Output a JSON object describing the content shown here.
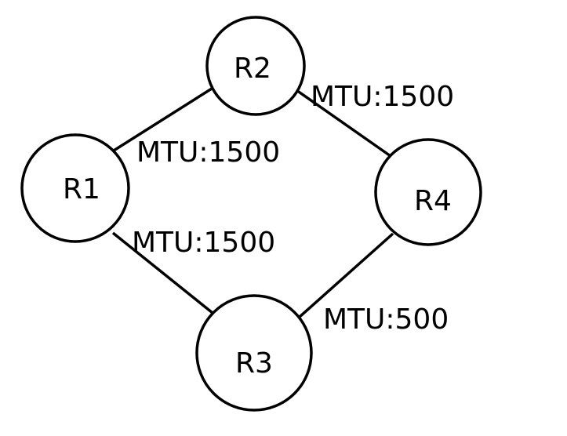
{
  "diagram": {
    "nodes": {
      "r1": "R1",
      "r2": "R2",
      "r3": "R3",
      "r4": "R4"
    },
    "links": {
      "r1_r2": "MTU:1500",
      "r2_r4": "MTU:1500",
      "r1_r3": "MTU:1500",
      "r3_r4": "MTU:500"
    }
  }
}
